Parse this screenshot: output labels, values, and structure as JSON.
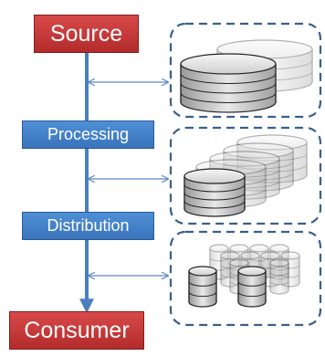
{
  "nodes": {
    "source": "Source",
    "processing": "Processing",
    "distribution": "Distribution",
    "consumer": "Consumer"
  },
  "colors": {
    "red_box": "#c0392b",
    "blue_box": "#4a86c8",
    "spine": "#4a7fc1",
    "storage_border": "#3a5f8a",
    "connector": "#5a87c6"
  },
  "storage_groups": [
    {
      "name": "source-storage",
      "icon": "stacked-disk-icon",
      "rows": [
        [
          1,
          1
        ]
      ]
    },
    {
      "name": "processing-storage",
      "icon": "stacked-disk-icon",
      "rows": [
        [
          4,
          1
        ]
      ]
    },
    {
      "name": "distribution-storage",
      "icon": "database-cluster-icon",
      "rows": [
        [
          4,
          2
        ]
      ]
    }
  ]
}
